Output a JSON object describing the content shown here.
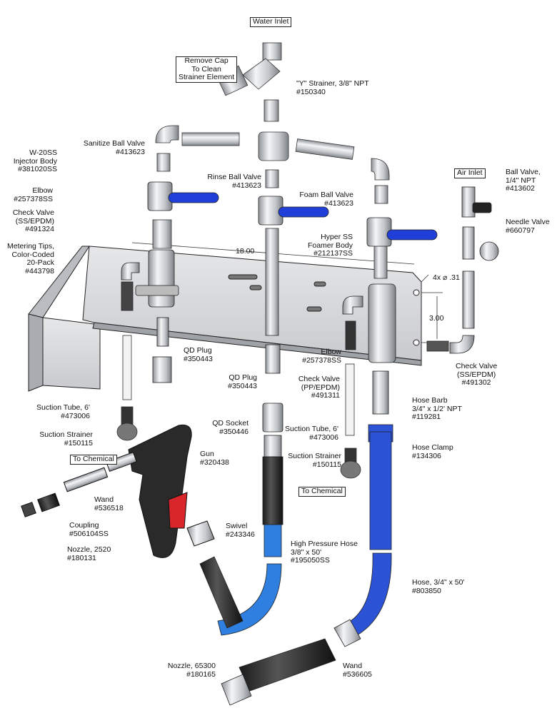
{
  "boxes": {
    "water_inlet": "Water Inlet",
    "remove_cap": [
      "Remove Cap",
      "To Clean",
      "Strainer Element"
    ],
    "air_inlet": "Air Inlet",
    "to_chemical_1": "To Chemical",
    "to_chemical_2": "To Chemical"
  },
  "dimensions": {
    "width": "18.00",
    "holes": "4x ⌀ .31",
    "height": "3.00"
  },
  "parts": {
    "y_strainer": [
      "\"Y\" Strainer, 3/8\" NPT",
      "#150340"
    ],
    "sanitize_valve": [
      "Sanitize Ball Valve",
      "#413623"
    ],
    "injector": [
      "W-20SS",
      "Injector Body",
      "#381020SS"
    ],
    "elbow_left": [
      "Elbow",
      "#257378SS"
    ],
    "check_valve_left": [
      "Check Valve",
      "(SS/EPDM)",
      "#491324"
    ],
    "metering_tips": [
      "Metering Tips,",
      "Color-Coded",
      "20-Pack",
      "#443798"
    ],
    "rinse_valve": [
      "Rinse Ball Valve",
      "#413623"
    ],
    "foam_valve": [
      "Foam Ball Valve",
      "#413623"
    ],
    "foamer_body": [
      "Hyper SS",
      "Foamer Body",
      "#212137SS"
    ],
    "air_ball_valve": [
      "Ball Valve,",
      "1/4\" NPT",
      "#413602"
    ],
    "needle_valve": [
      "Needle Valve",
      "#660797"
    ],
    "qd_plug_left": [
      "QD Plug",
      "#350443"
    ],
    "qd_plug_center": [
      "QD Plug",
      "#350443"
    ],
    "elbow_right": [
      "Elbow",
      "#257378SS"
    ],
    "check_valve_center": [
      "Check Valve",
      "(PP/EPDM)",
      "#491311"
    ],
    "check_valve_right": [
      "Check Valve",
      "(SS/EPDM)",
      "#491302"
    ],
    "suction_tube_left": [
      "Suction Tube, 6'",
      "#473006"
    ],
    "suction_strainer_left": [
      "Suction Strainer",
      "#150115"
    ],
    "qd_socket": [
      "QD Socket",
      "#350446"
    ],
    "suction_tube_right": [
      "Suction Tube, 6'",
      "#473006"
    ],
    "suction_strainer_right": [
      "Suction Strainer",
      "#150115"
    ],
    "hose_barb": [
      "Hose Barb",
      "3/4\" x 1/2' NPT",
      "#119281"
    ],
    "hose_clamp": [
      "Hose Clamp",
      "#134306"
    ],
    "gun": [
      "Gun",
      "#320438"
    ],
    "wand_small": [
      "Wand",
      "#536518"
    ],
    "coupling": [
      "Coupling",
      "#506104SS"
    ],
    "nozzle_2520": [
      "Nozzle, 2520",
      "#180131"
    ],
    "swivel": [
      "Swivel",
      "#243346"
    ],
    "hp_hose": [
      "High Pressure Hose",
      "3/8\" x 50'",
      "#195050SS"
    ],
    "hose_34": [
      "Hose, 3/4\" x 50'",
      "#803850"
    ],
    "nozzle_65300": [
      "Nozzle, 65300",
      "#180165"
    ],
    "wand_large": [
      "Wand",
      "#536605"
    ]
  },
  "colors": {
    "handle_blue": "#1f3fd8",
    "hose_blue": "#2c52d6",
    "hp_hose_blue": "#2f7fe0",
    "trigger_red": "#d8262a",
    "steel": "#c9ccd0"
  }
}
